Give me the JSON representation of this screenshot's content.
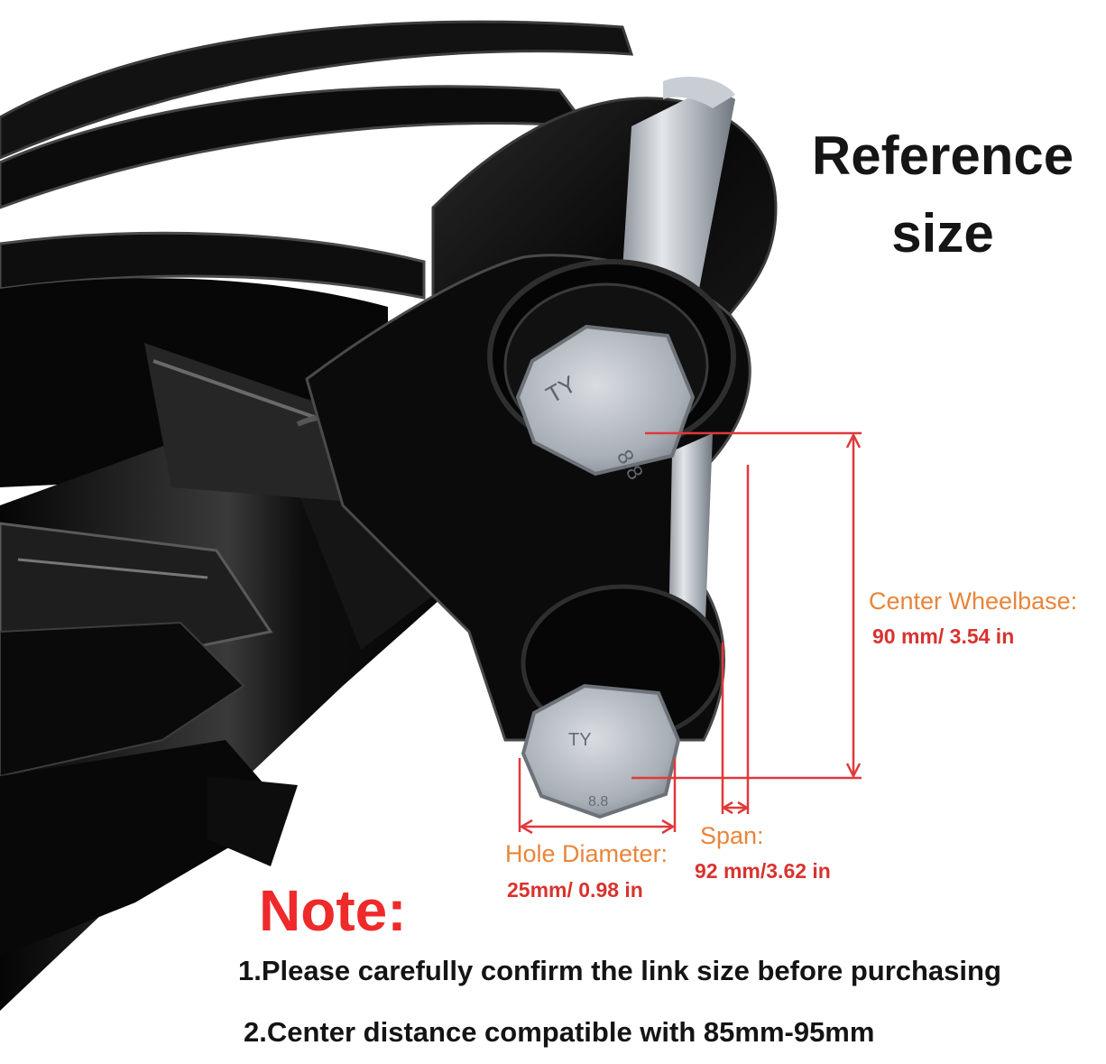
{
  "heading": {
    "line1": "Reference",
    "line2": "size"
  },
  "measurements": {
    "center_wheelbase": {
      "label": "Center Wheelbase:",
      "value": "90 mm/ 3.54 in"
    },
    "span": {
      "label": "Span:",
      "value": "92 mm/3.62 in"
    },
    "hole_diameter": {
      "label": "Hole Diameter:",
      "value": "25mm/ 0.98 in"
    }
  },
  "bolt_marks": {
    "top": "8.8",
    "top_head": "TY",
    "bottom_head": "TY",
    "bottom": "8.8"
  },
  "note": {
    "title": "Note:",
    "items": [
      "1.Please carefully confirm the link size before purchasing",
      "2.Center distance compatible with 85mm-95mm"
    ]
  },
  "colors": {
    "dimension_line": "#e0393b",
    "label_orange": "#e8853a",
    "value_red": "#d8332f",
    "note_red": "#ee2a2a",
    "steel_black": "#0b0b0b",
    "bolt_silver": "#b7bcc2"
  }
}
